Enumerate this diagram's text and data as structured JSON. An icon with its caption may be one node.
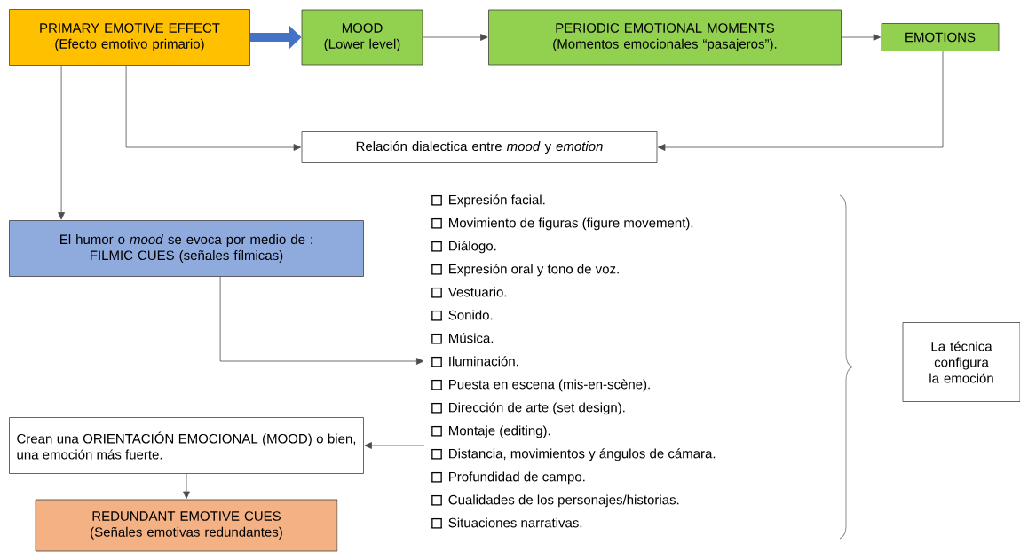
{
  "diagram": {
    "nodes": [
      {
        "text": [
          "PRIMARY EMOTIVE EFFECT",
          "(Efecto emotivo primario)"
        ]
      },
      {
        "text": [
          "MOOD",
          "(Lower level)"
        ]
      },
      {
        "text": [
          "PERIODIC EMOTIONAL MOMENTS",
          "(Momentos emocionales “pasajeros”)."
        ]
      },
      {
        "text": [
          "EMOTIONS"
        ]
      },
      {
        "text": [
          "Relación dialectica entre *mood* y *emotion*"
        ]
      },
      {
        "text": [
          "El humor o *mood* se evoca por medio de :",
          "FILMIC CUES (señales fílmicas)"
        ]
      },
      {
        "text": [
          "Expresión facial.",
          "Movimiento de figuras (figure movement).",
          "Diálogo.",
          "Expresión oral y tono de voz.",
          "Vestuario.",
          "Sonido.",
          "Música.",
          "Iluminación.",
          "Puesta en escena (mis-en-scène).",
          "Dirección de arte (set design).",
          "Montaje (editing).",
          "Distancia, movimientos y ángulos de cámara.",
          "Profundidad de campo.",
          "Cualidades de los personajes/historias.",
          "Situaciones narrativas."
        ]
      },
      {
        "text": [
          "Crean una ORIENTACIÓN EMOCIONAL (MOOD) o bien, una emoción más fuerte."
        ]
      },
      {
        "text": [
          "REDUNDANT EMOTIVE CUES",
          "(Señales emotivas redundantes)"
        ]
      },
      {
        "text": [
          "La técnica configura la emoción"
        ]
      }
    ],
    "edges": [
      {
        "from": 0,
        "to": 1,
        "arrow": "to",
        "style": "thick",
        "color": "#4472c4"
      },
      {
        "from": 1,
        "to": 2,
        "arrow": "to"
      },
      {
        "from": 2,
        "to": 3,
        "arrow": "to"
      },
      {
        "from": 0,
        "to": 4,
        "arrow": "to"
      },
      {
        "from": 3,
        "to": 4,
        "arrow": "to"
      },
      {
        "from": 0,
        "to": 5,
        "arrow": "to"
      },
      {
        "from": 5,
        "to": 6,
        "arrow": "to"
      },
      {
        "from": 6,
        "to": 7,
        "arrow": "to"
      },
      {
        "from": 7,
        "to": 8,
        "arrow": "to"
      }
    ]
  }
}
